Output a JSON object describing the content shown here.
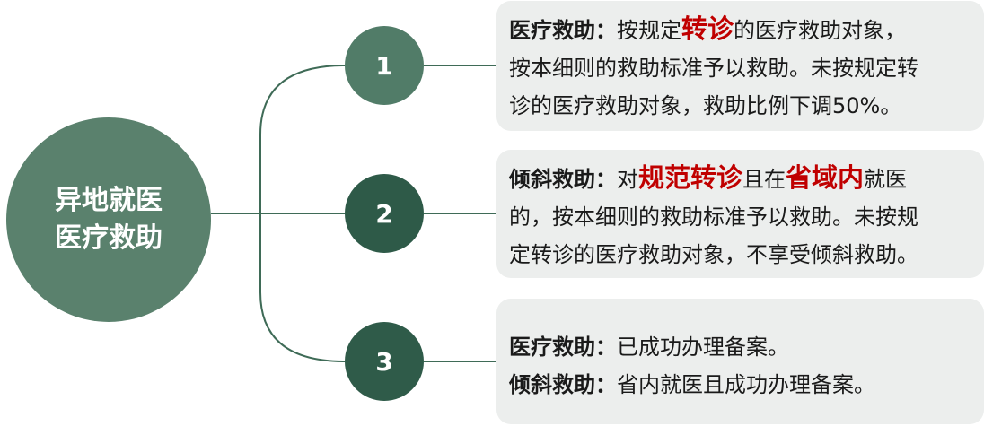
{
  "hub": {
    "line1": "异地就医",
    "line2": "医疗救助"
  },
  "nodes": [
    {
      "number": "1"
    },
    {
      "number": "2"
    },
    {
      "number": "3"
    }
  ],
  "cards": [
    {
      "label": "医疗救助：",
      "pre": "按规定",
      "highlight": "转诊",
      "post": "的医疗救助对象，",
      "line2": "按本细则的救助标准予以救助。未按规定转",
      "line3": "诊的医疗救助对象，救助比例下调50%。"
    },
    {
      "label": "倾斜救助：",
      "pre": "对",
      "highlight1": "规范转诊",
      "mid": "且在",
      "highlight2": "省域内",
      "post": "就医",
      "line2": "的，按本细则的救助标准予以救助。未按规",
      "line3": "定转诊的医疗救助对象，不享受倾斜救助。"
    },
    {
      "line1_label": "医疗救助：",
      "line1_text": "已成功办理备案。",
      "line2_label": "倾斜救助：",
      "line2_text": "省内就医且成功办理备案。"
    }
  ],
  "colors": {
    "hub": "#5a816d",
    "node1": "#517c68",
    "node2": "#2e5a48",
    "node3": "#2f5b49",
    "connector": "#3f6b57",
    "card_bg": "#eceeed",
    "highlight": "#c00000"
  }
}
